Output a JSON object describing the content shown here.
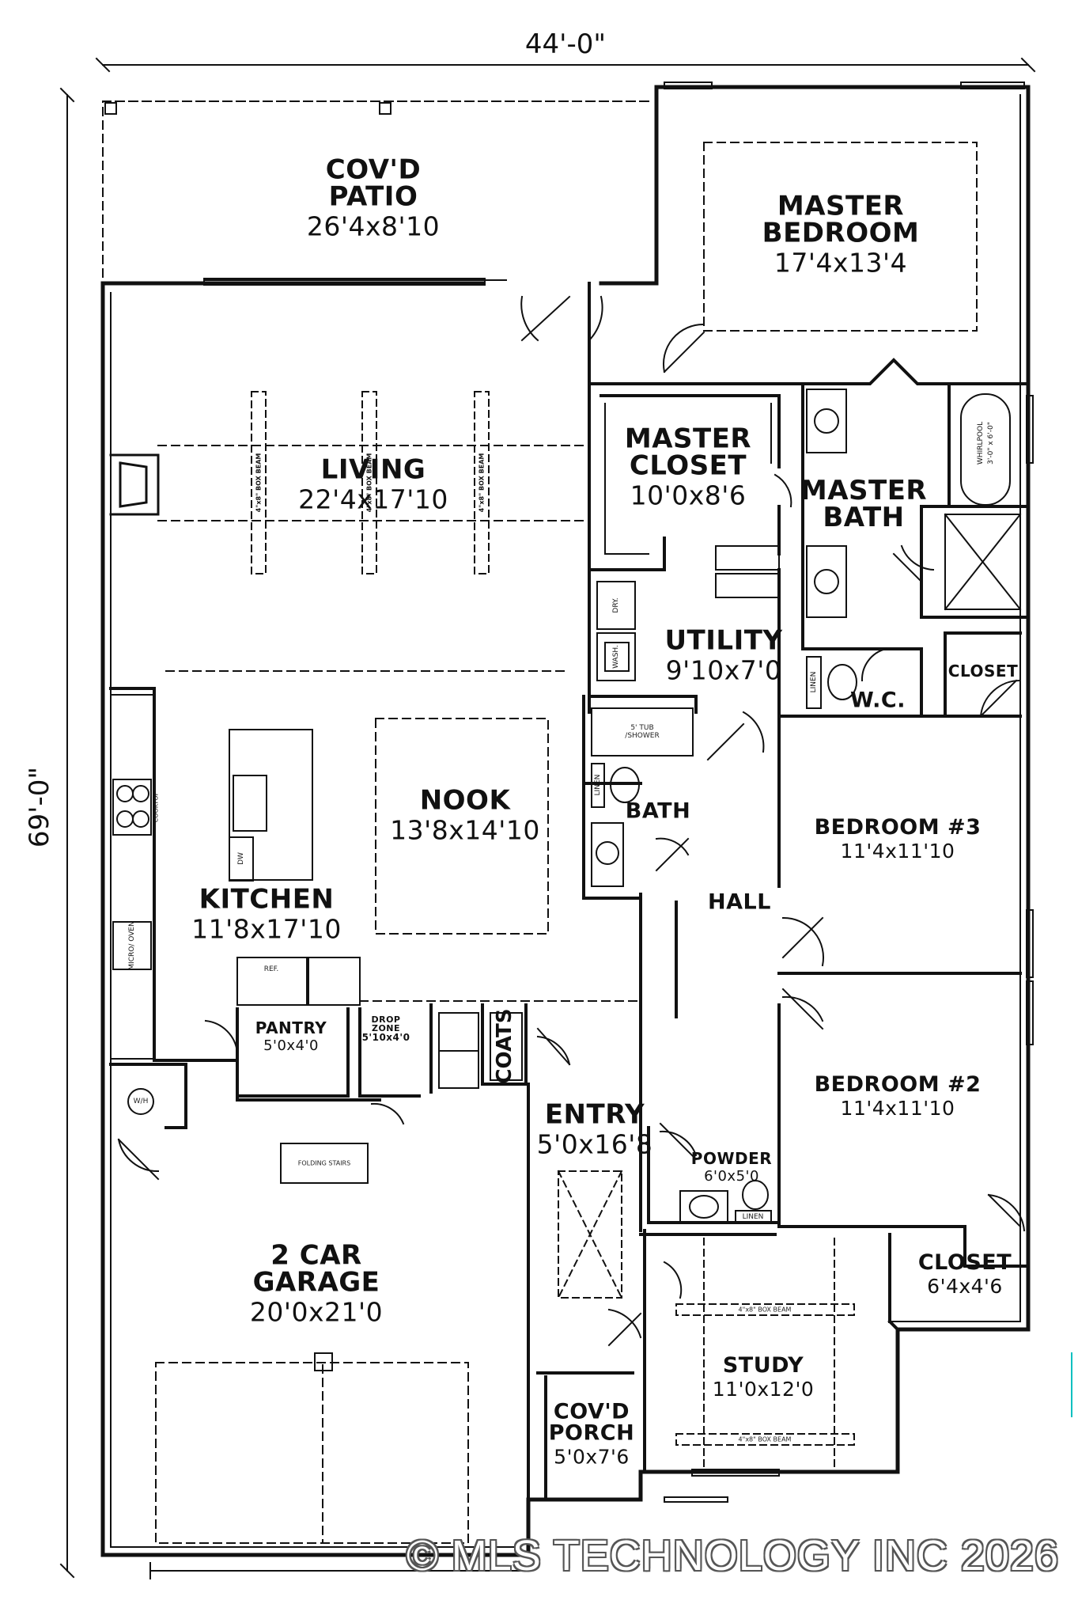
{
  "plan": {
    "overall_width": "44'-0\"",
    "overall_depth": "69'-0\""
  },
  "rooms": {
    "patio": {
      "name1": "COV'D",
      "name2": "PATIO",
      "dims": "26'4x8'10"
    },
    "master_bedroom": {
      "name1": "MASTER",
      "name2": "BEDROOM",
      "dims": "17'4x13'4"
    },
    "living": {
      "name": "LIVING",
      "dims": "22'4x17'10"
    },
    "master_closet": {
      "name1": "MASTER",
      "name2": "CLOSET",
      "dims": "10'0x8'6"
    },
    "master_bath": {
      "name1": "MASTER",
      "name2": "BATH"
    },
    "utility": {
      "name": "UTILITY",
      "dims": "9'10x7'0"
    },
    "wc": {
      "name": "W.C."
    },
    "closet_top": {
      "name": "CLOSET"
    },
    "nook": {
      "name": "NOOK",
      "dims": "13'8x14'10"
    },
    "bath": {
      "name": "BATH"
    },
    "bedroom3": {
      "name": "BEDROOM #3",
      "dims": "11'4x11'10"
    },
    "kitchen": {
      "name": "KITCHEN",
      "dims": "11'8x17'10"
    },
    "hall": {
      "name": "HALL"
    },
    "pantry": {
      "name": "PANTRY",
      "dims": "5'0x4'0"
    },
    "drop_zone": {
      "name1": "DROP",
      "name2": "ZONE",
      "dims": "5'10x4'0"
    },
    "coats": {
      "name": "COATS"
    },
    "bedroom2": {
      "name": "BEDROOM #2",
      "dims": "11'4x11'10"
    },
    "entry": {
      "name": "ENTRY",
      "dims": "5'0x16'8"
    },
    "powder": {
      "name": "POWDER",
      "dims": "6'0x5'0"
    },
    "garage": {
      "name1": "2 CAR",
      "name2": "GARAGE",
      "dims": "20'0x21'0"
    },
    "closet_bottom": {
      "name": "CLOSET",
      "dims": "6'4x4'6"
    },
    "study": {
      "name": "STUDY",
      "dims": "11'0x12'0"
    },
    "porch": {
      "name1": "COV'D",
      "name2": "PORCH",
      "dims": "5'0x7'6"
    }
  },
  "fixtures": {
    "box_beam": "4\"x8\" BOX BEAM",
    "whirlpool": "WHIRLPOOL",
    "whirlpool_size": "3'-0\" x 6'-0\"",
    "dryer": "DRY.",
    "washer": "WASH.",
    "linen": "LINEN",
    "tub_shower": "5' TUB /SHOWER",
    "cooktop": "COOKTOP",
    "dw": "DW",
    "micro_oven": "MICRO/ OVEN",
    "ref": "REF.",
    "wh": "W/H",
    "folding_stairs": "FOLDING STAIRS"
  },
  "watermark": "© MLS TECHNOLOGY INC 2026"
}
